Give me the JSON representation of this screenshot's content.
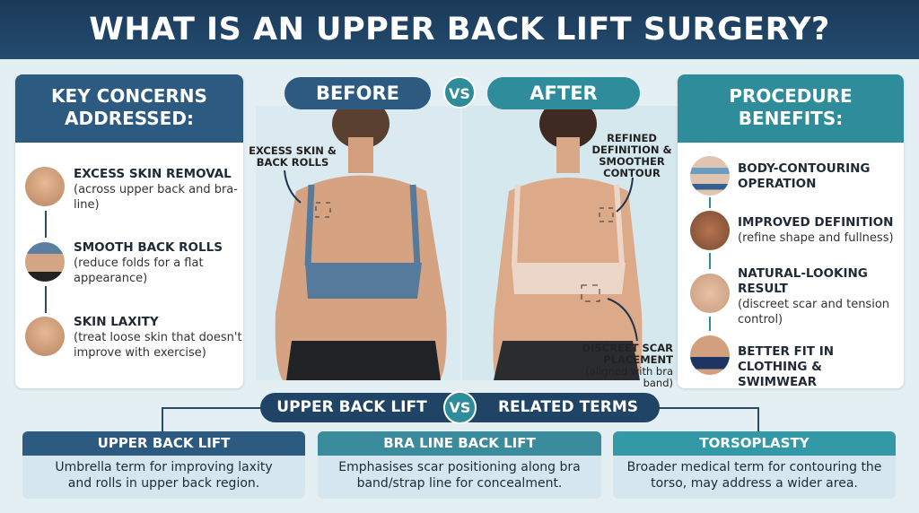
{
  "title": "WHAT IS AN UPPER BACK LIFT SURGERY?",
  "colors": {
    "navy": "#2c5a80",
    "teal": "#2f8d9b",
    "title_bg": "#1f4466",
    "background": "#e3eff3"
  },
  "key_concerns": {
    "heading_line1": "KEY CONCERNS",
    "heading_line2": "ADDRESSED:",
    "items": [
      {
        "title": "EXCESS SKIN REMOVAL",
        "desc": "(across upper back and bra-line)"
      },
      {
        "title": "SMOOTH BACK ROLLS",
        "desc": "(reduce folds for a flat appearance)"
      },
      {
        "title": "SKIN LAXITY",
        "desc": "(treat loose skin that doesn't improve with exercise)"
      }
    ]
  },
  "comparison": {
    "before_label": "BEFORE",
    "vs_label": "VS",
    "after_label": "AFTER",
    "before_annotation": "EXCESS SKIN & BACK ROLLS",
    "after_annotation_top": "REFINED DEFINITION & SMOOTHER CONTOUR",
    "after_annotation_bottom_title": "DISCREET SCAR PLACEMENT",
    "after_annotation_bottom_desc": "(aligned with bra band)",
    "before_bra_color": "#557a9c",
    "after_bra_color": "#ecd6c8"
  },
  "benefits": {
    "heading_line1": "PROCEDURE",
    "heading_line2": "BENEFITS:",
    "items": [
      {
        "title": "BODY-CONTOURING OPERATION",
        "desc": ""
      },
      {
        "title": "IMPROVED DEFINITION",
        "desc": "(refine shape and fullness)"
      },
      {
        "title": "NATURAL-LOOKING RESULT",
        "desc": "(discreet scar and tension control)"
      },
      {
        "title": "BETTER FIT IN CLOTHING & SWIMWEAR",
        "desc": ""
      }
    ]
  },
  "related": {
    "left_label": "UPPER BACK LIFT",
    "vs_label": "VS",
    "right_label": "RELATED TERMS",
    "cards": [
      {
        "title": "UPPER BACK LIFT",
        "desc": "Umbrella term for improving laxity and rolls in upper back region."
      },
      {
        "title": "BRA LINE BACK LIFT",
        "desc": "Emphasises scar positioning along bra band/strap line for concealment."
      },
      {
        "title": "TORSOPLASTY",
        "desc": "Broader medical term for contouring the torso, may address a wider area."
      }
    ]
  }
}
